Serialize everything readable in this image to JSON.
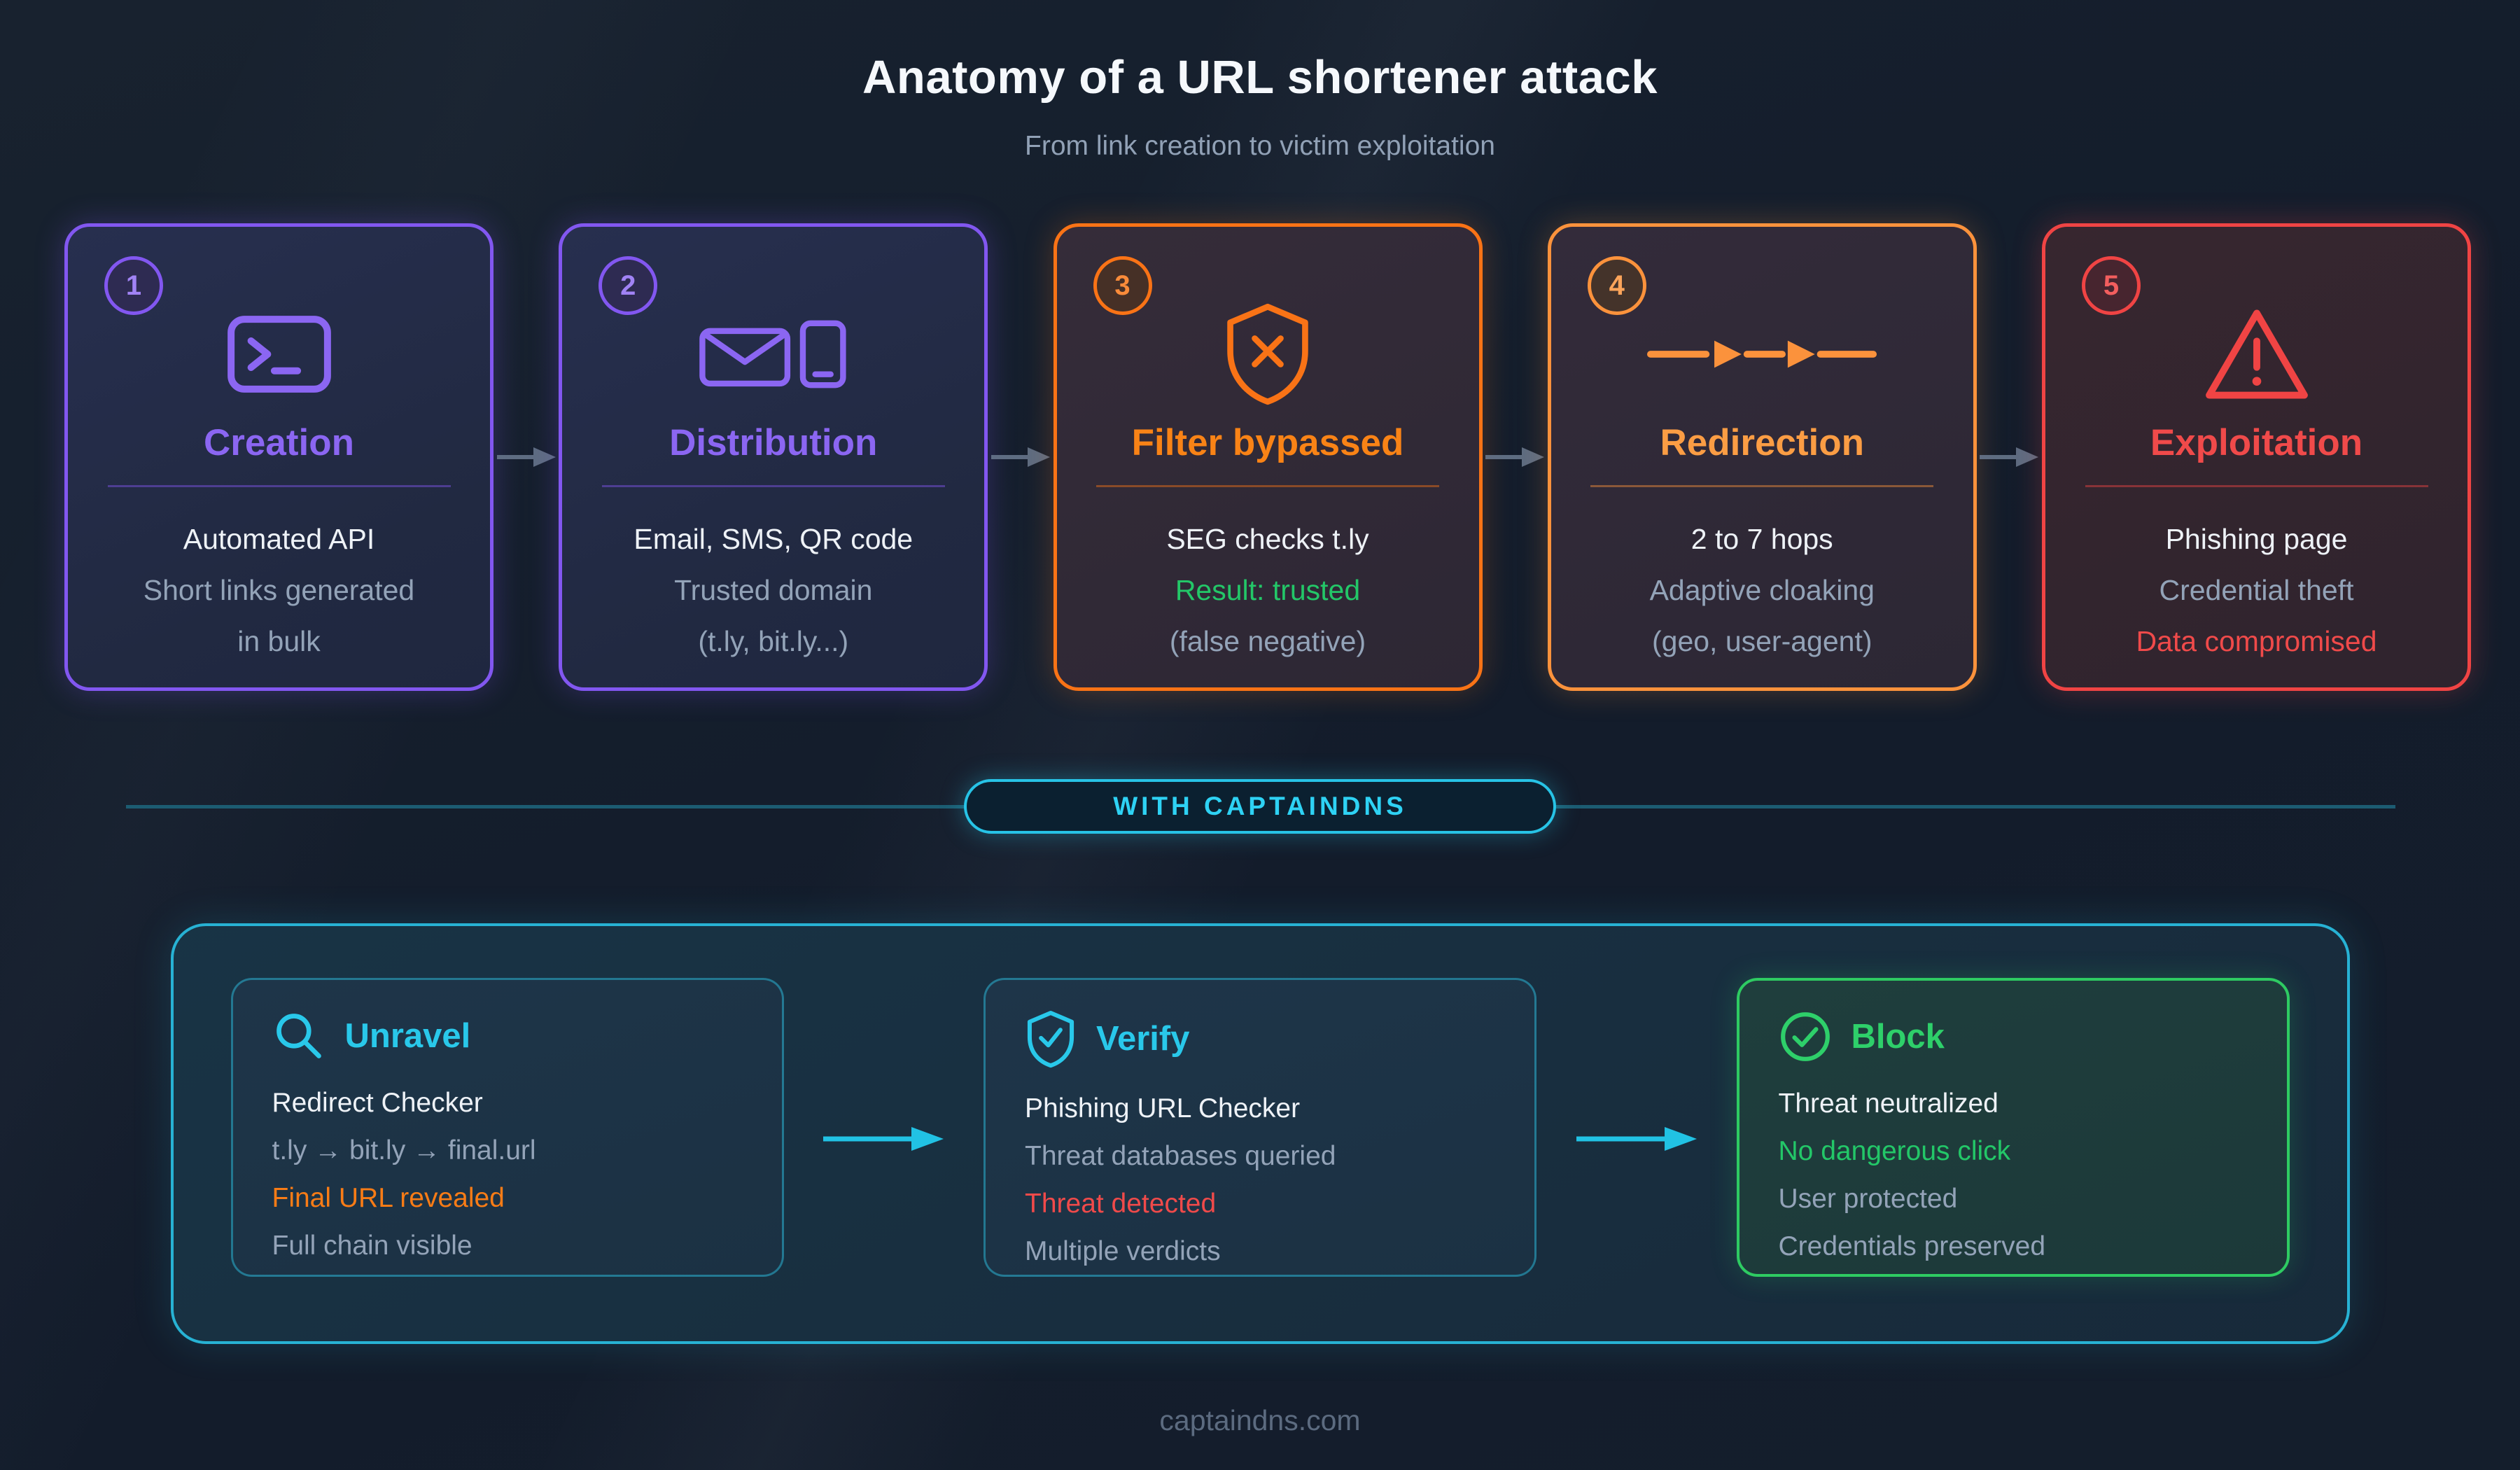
{
  "palette": {
    "background": "#131c2b",
    "purple": "#8257f0",
    "orange": "#f97316",
    "amber": "#fb923c",
    "red": "#f04444",
    "green": "#23c768",
    "cyan": "#27c3e6",
    "rail_teal": "#1c5c72",
    "text_primary": "#eef2f7",
    "text_muted": "#93a3b8",
    "footer_text": "#5c6b80"
  },
  "header": {
    "title": "Anatomy of a URL shortener attack",
    "subtitle": "From link creation to victim exploitation"
  },
  "attack": {
    "connector_icon": "flow-arrow-icon",
    "steps": [
      {
        "number": "1",
        "title": "Creation",
        "icon": "terminal-icon",
        "accent": "#8257f0",
        "lines": [
          {
            "text": "Automated API",
            "tone": "primary"
          },
          {
            "text": "Short links generated",
            "tone": "muted"
          },
          {
            "text": "in bulk",
            "tone": "muted"
          }
        ]
      },
      {
        "number": "2",
        "title": "Distribution",
        "icon": "mail-and-smartphone-icon",
        "accent": "#8257f0",
        "lines": [
          {
            "text": "Email, SMS, QR code",
            "tone": "primary"
          },
          {
            "text": "Trusted domain",
            "tone": "muted"
          },
          {
            "text": "(t.ly, bit.ly...)",
            "tone": "muted"
          }
        ]
      },
      {
        "number": "3",
        "title": "Filter bypassed",
        "icon": "shield-x-icon",
        "accent": "#f97316",
        "lines": [
          {
            "text": "SEG checks t.ly",
            "tone": "primary"
          },
          {
            "text": "Result: trusted",
            "tone": "success"
          },
          {
            "text": "(false negative)",
            "tone": "muted"
          }
        ]
      },
      {
        "number": "4",
        "title": "Redirection",
        "icon": "redirect-hops-icon",
        "accent": "#fb923c",
        "lines": [
          {
            "text": "2 to 7 hops",
            "tone": "primary"
          },
          {
            "text": "Adaptive cloaking",
            "tone": "muted"
          },
          {
            "text": "(geo, user-agent)",
            "tone": "muted"
          }
        ]
      },
      {
        "number": "5",
        "title": "Exploitation",
        "icon": "alert-triangle-icon",
        "accent": "#f04444",
        "lines": [
          {
            "text": "Phishing page",
            "tone": "primary"
          },
          {
            "text": "Credential theft",
            "tone": "muted"
          },
          {
            "text": "Data compromised",
            "tone": "danger"
          }
        ]
      }
    ]
  },
  "divider": {
    "label": "WITH CAPTAINDNS"
  },
  "defense": {
    "connector_icon": "cyan-arrow-icon",
    "cards": [
      {
        "title": "Unravel",
        "icon": "magnifier-icon",
        "accent": "#29c8ea",
        "lines": [
          {
            "text": "Redirect Checker",
            "tone": "primary"
          },
          {
            "text": "t.ly → bit.ly → final.url",
            "tone": "muted"
          },
          {
            "text": "Final URL revealed",
            "tone": "warning"
          },
          {
            "text": "Full chain visible",
            "tone": "muted"
          }
        ]
      },
      {
        "title": "Verify",
        "icon": "shield-check-icon",
        "accent": "#29c8ea",
        "lines": [
          {
            "text": "Phishing URL Checker",
            "tone": "primary"
          },
          {
            "text": "Threat databases queried",
            "tone": "muted"
          },
          {
            "text": "Threat detected",
            "tone": "danger"
          },
          {
            "text": "Multiple verdicts",
            "tone": "muted"
          }
        ]
      },
      {
        "title": "Block",
        "icon": "check-circle-icon",
        "accent": "#2ed06a",
        "lines": [
          {
            "text": "Threat neutralized",
            "tone": "primary"
          },
          {
            "text": "No dangerous click",
            "tone": "success"
          },
          {
            "text": "User protected",
            "tone": "muted"
          },
          {
            "text": "Credentials preserved",
            "tone": "muted"
          }
        ]
      }
    ]
  },
  "footer": {
    "text": "captaindns.com"
  }
}
